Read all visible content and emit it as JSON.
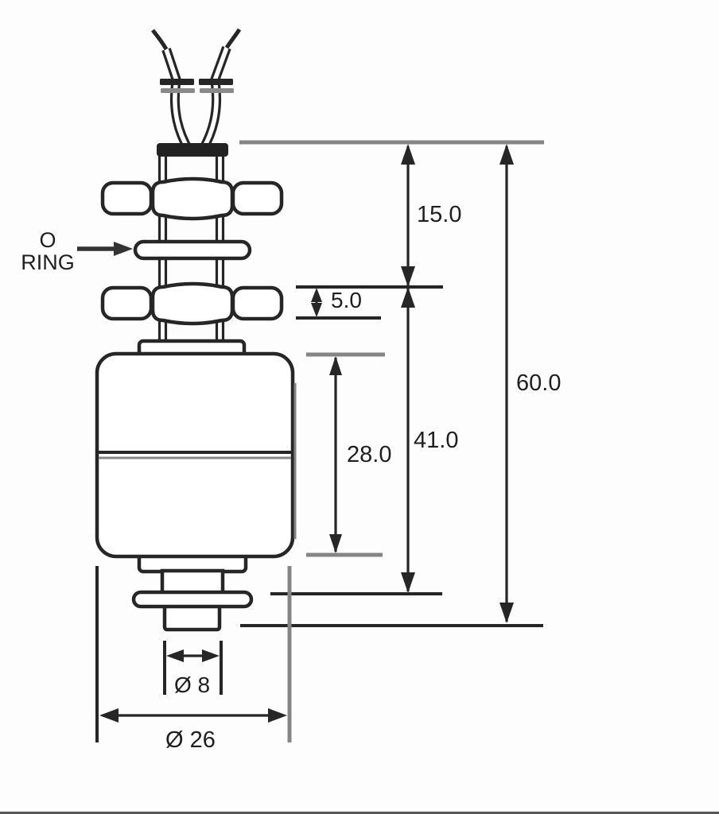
{
  "diagram": {
    "part_label": {
      "line1": "O",
      "line2": "RING"
    },
    "dimensions": {
      "top_stem_length": "15.0",
      "nut_height": "5.0",
      "overall_length": "60.0",
      "lower_length": "41.0",
      "float_height": "28.0",
      "stem_diameter": "Ø 8",
      "float_diameter": "Ø 26"
    },
    "colors": {
      "line": "#262626",
      "reference_gray": "#858585",
      "background": "#fdfdfd"
    }
  }
}
